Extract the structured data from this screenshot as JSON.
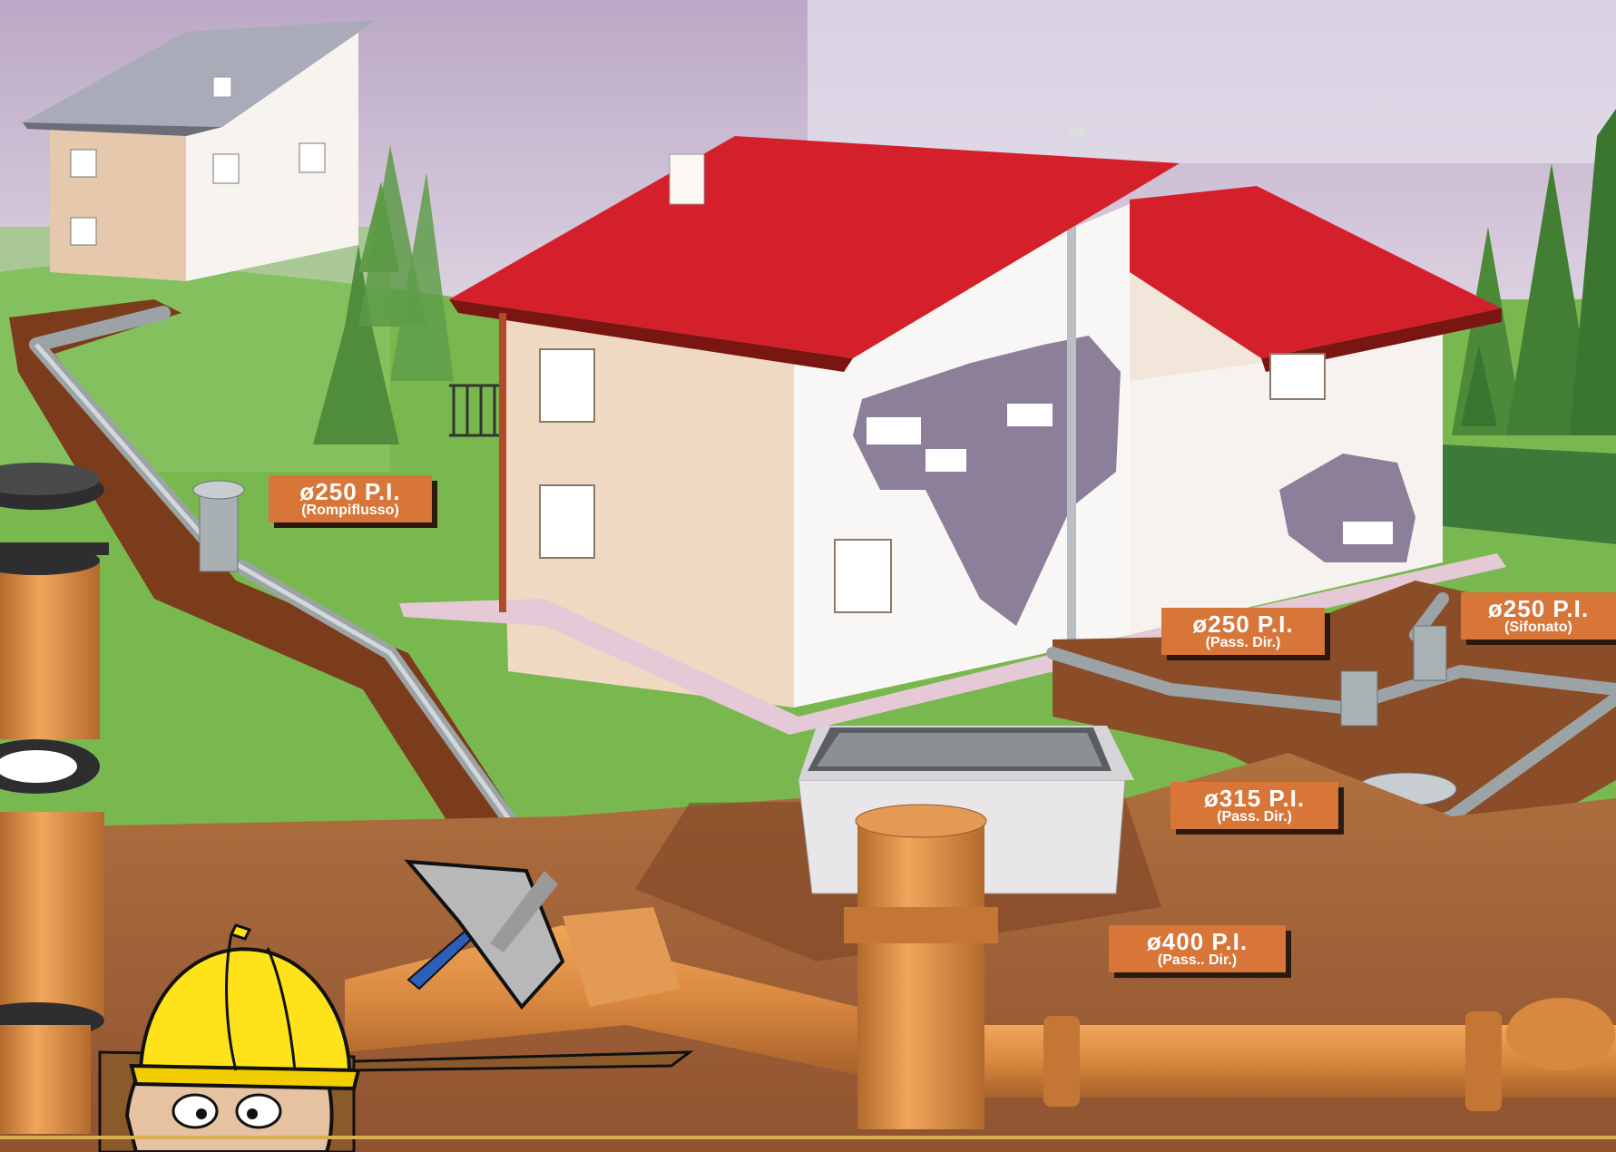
{
  "labels": [
    {
      "size": "ø250 P.I.",
      "note": "(Rompiflusso)"
    },
    {
      "size": "ø250 P.I.",
      "note": "(Pass. Dir.)"
    },
    {
      "size": "ø250 P.I.",
      "note": "(Sifonato)"
    },
    {
      "size": "ø315 P.I.",
      "note": "(Pass. Dir.)"
    },
    {
      "size": "ø400 P.I.",
      "note": "(Pass.. Dir.)"
    }
  ],
  "colors": {
    "roof": "#d3202b",
    "wall": "#efd9c3",
    "grass": "#79b84e",
    "soil": "#a86a3c",
    "pipe_grey": "#9ba3a6",
    "pipe_orange": "#d9883f",
    "label_bg": "#d8763a",
    "helmet": "#ffe21a"
  },
  "icons": [
    "worker-cartoon-icon",
    "shovel-icon",
    "manhole-components-icon",
    "inspection-chamber-icon",
    "manhole-cover-icon"
  ]
}
